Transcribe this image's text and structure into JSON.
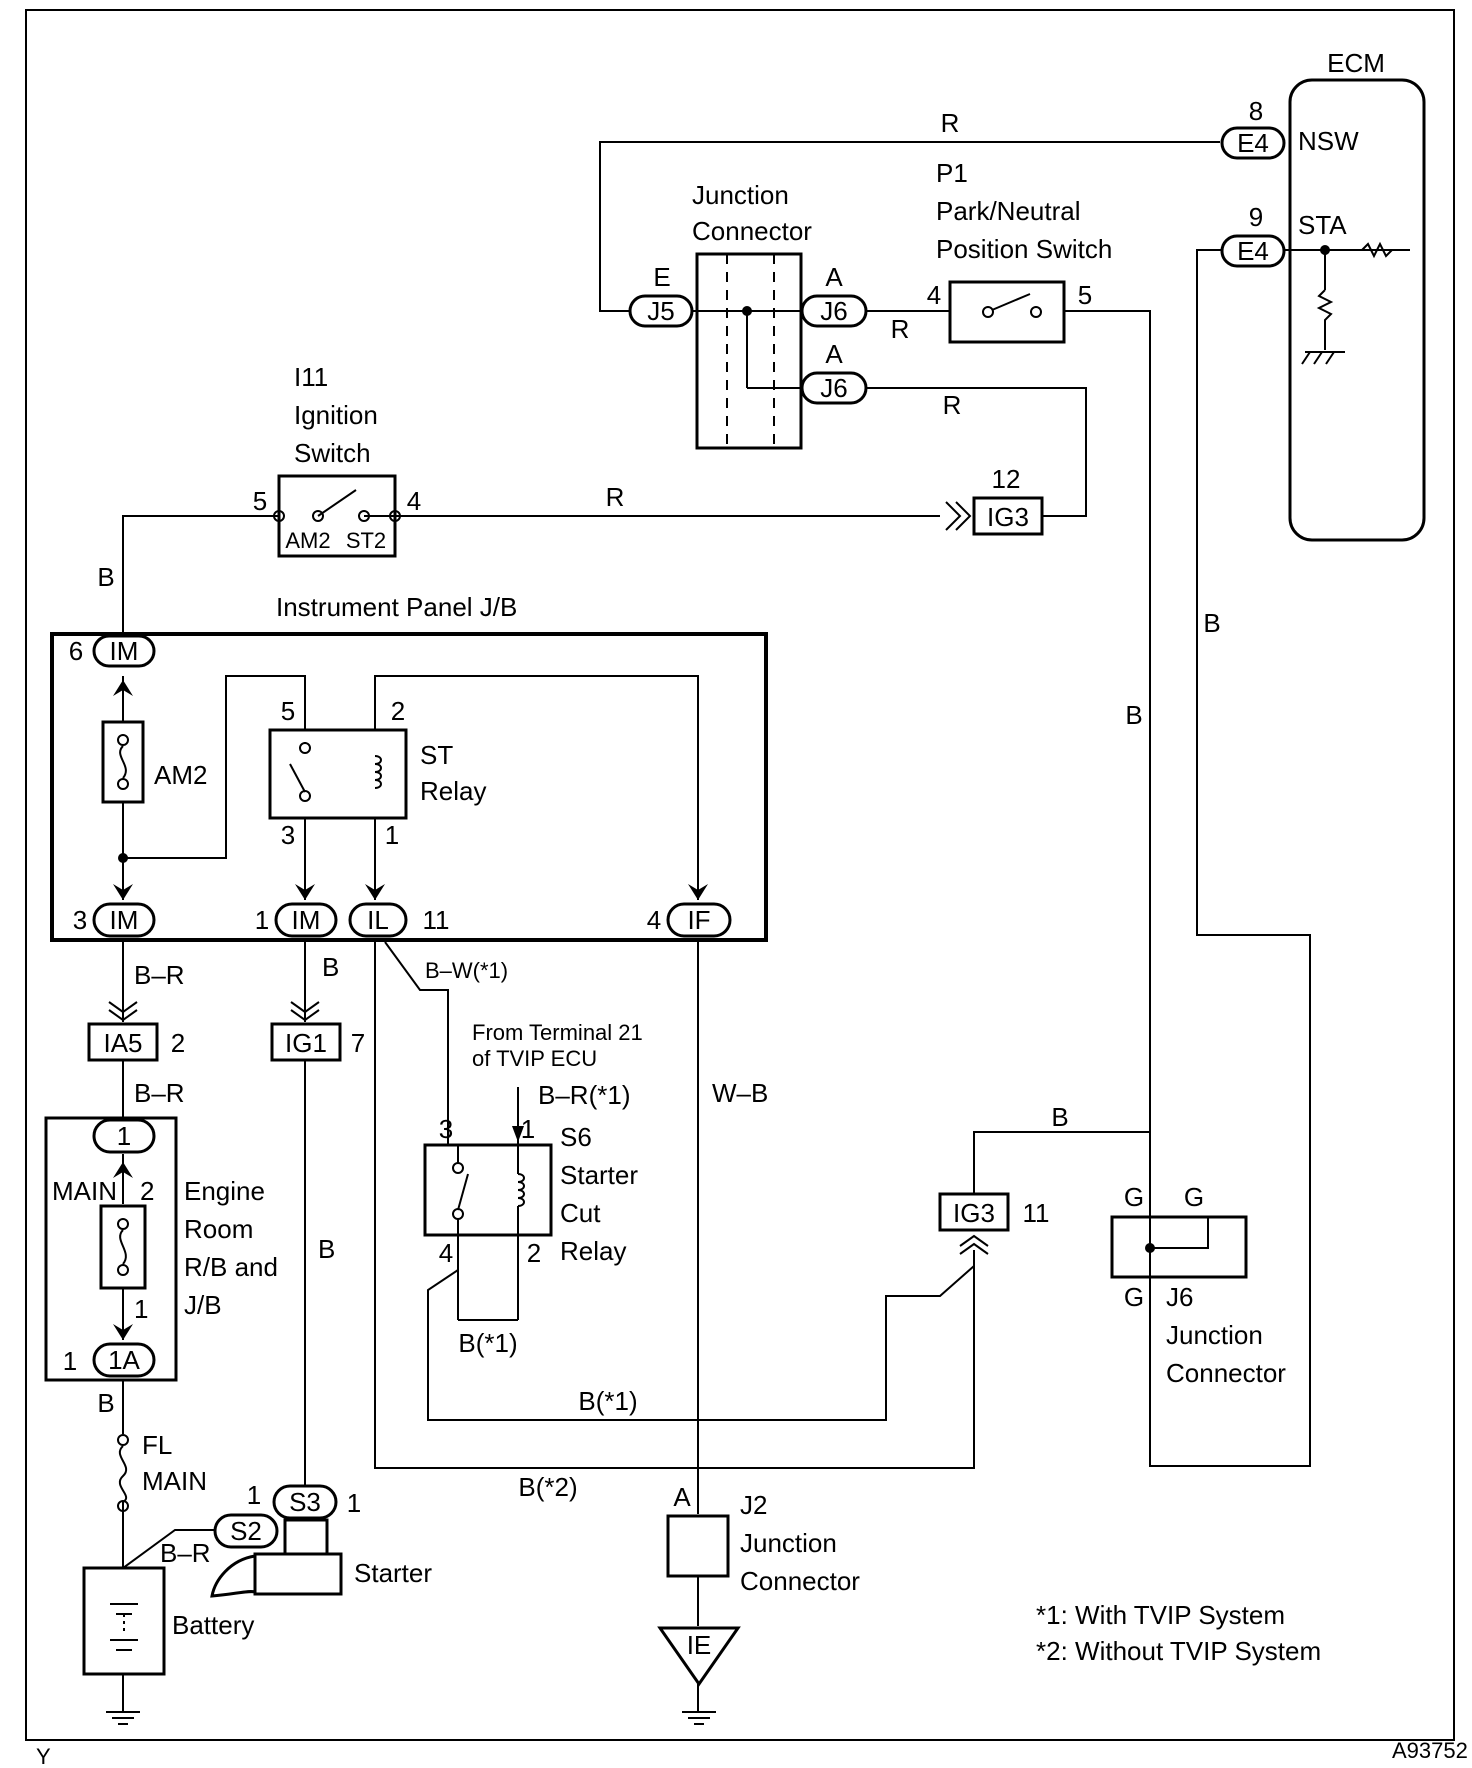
{
  "corner_left": "Y",
  "figure_id": "A93752",
  "ecm": {
    "title": "ECM",
    "nsw": {
      "pin": "8",
      "connector": "E4",
      "label": "NSW"
    },
    "sta": {
      "pin": "9",
      "connector": "E4",
      "label": "STA"
    }
  },
  "jc_top": {
    "line1": "Junction",
    "line2": "Connector",
    "e_tag": "E",
    "j5": "J5",
    "a_tag1": "A",
    "j6a": "J6",
    "a_tag2": "A",
    "j6b": "J6"
  },
  "pn_switch": {
    "code": "P1",
    "line1": "Park/Neutral",
    "line2": "Position Switch",
    "pin_in": "4",
    "pin_out": "5"
  },
  "ignition": {
    "code": "I11",
    "line1": "Ignition",
    "line2": "Switch",
    "pin_left": "5",
    "pin_right": "4",
    "t_am2": "AM2",
    "t_st2": "ST2"
  },
  "ig3_top": {
    "pin": "12",
    "label": "IG3"
  },
  "ip_jb": {
    "title": "Instrument Panel J/B",
    "im_top": {
      "pin": "6",
      "label": "IM"
    },
    "am2": "AM2",
    "st_relay": {
      "line1": "ST",
      "line2": "Relay",
      "p5": "5",
      "p2": "2",
      "p3": "3",
      "p1": "1"
    },
    "im_bl": {
      "pin": "3",
      "label": "IM"
    },
    "im_bm": {
      "pin": "1",
      "label": "IM"
    },
    "il": {
      "label": "IL",
      "pin": "11"
    },
    "if": {
      "pin": "4",
      "label": "IF"
    }
  },
  "ia5": {
    "label": "IA5",
    "pin": "2"
  },
  "ig1": {
    "label": "IG1",
    "pin": "7"
  },
  "s6": {
    "from1": "From Terminal 21",
    "from2": "of TVIP ECU",
    "code": "S6",
    "line1": "Starter",
    "line2": "Cut",
    "line3": "Relay",
    "p3": "3",
    "p1": "1",
    "p4": "4",
    "p2": "2"
  },
  "er_rb": {
    "c1": "1",
    "main": "MAIN",
    "p2": "2",
    "p1": "1",
    "bottom_pin": "1",
    "bottom_label": "1A",
    "line1": "Engine",
    "line2": "Room",
    "line3": "R/B and",
    "line4": "J/B"
  },
  "fl": {
    "line1": "FL",
    "line2": "MAIN"
  },
  "battery": "Battery",
  "starter": {
    "label": "Starter",
    "s3": "S3",
    "s3_left": "1",
    "s3_right": "1",
    "s2": "S2"
  },
  "j2": {
    "tag": "A",
    "code": "J2",
    "line1": "Junction",
    "line2": "Connector"
  },
  "ground_ie": "IE",
  "ig3_bot": {
    "label": "IG3",
    "pin": "11"
  },
  "j6_bot": {
    "g1": "G",
    "g2": "G",
    "g3": "G",
    "code": "J6",
    "line1": "Junction",
    "line2": "Connector"
  },
  "wires": {
    "r_top": "R",
    "r_mid": "R",
    "r_j6b": "R",
    "r_ign": "R",
    "b_ign": "B",
    "b_j6": "B",
    "b_ecm": "B",
    "br_im": "B–R",
    "b_ig1": "B",
    "bw": "B–W(*1)",
    "br_ia5": "B–R",
    "b_ig1_lower": "B",
    "br_s6": "B–R(*1)",
    "wb": "W–B",
    "b_ig3": "B",
    "b1_relay": "B(*1)",
    "b1_long": "B(*1)",
    "b2": "B(*2)",
    "b_fl": "B",
    "br_batt": "B–R"
  },
  "notes": {
    "n1": "*1: With TVIP System",
    "n2": "*2: Without TVIP System"
  }
}
